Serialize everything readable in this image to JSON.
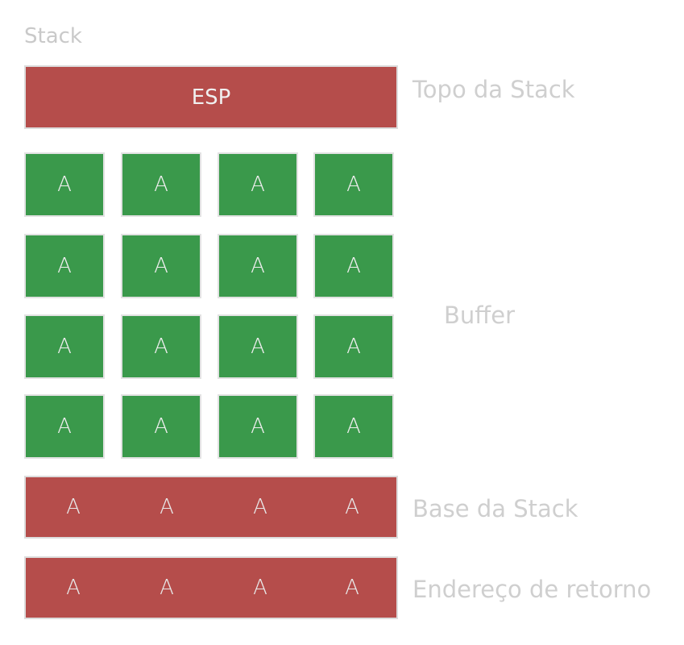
{
  "title": "Stack",
  "esp": {
    "label": "ESP",
    "color": "#b54d4b"
  },
  "buffer": {
    "label": "Buffer",
    "color": "#3a994b",
    "rows": [
      [
        "A",
        "A",
        "A",
        "A"
      ],
      [
        "A",
        "A",
        "A",
        "A"
      ],
      [
        "A",
        "A",
        "A",
        "A"
      ],
      [
        "A",
        "A",
        "A",
        "A"
      ]
    ]
  },
  "base_row": {
    "cells": [
      "A",
      "A",
      "A",
      "A"
    ],
    "color": "#b54d4b"
  },
  "return_row": {
    "cells": [
      "A",
      "A",
      "A",
      "A"
    ],
    "color": "#b54d4b"
  },
  "labels": {
    "top": "Topo da Stack",
    "buffer": "Buffer",
    "base": "Base da Stack",
    "return": "Endereço de retorno"
  }
}
